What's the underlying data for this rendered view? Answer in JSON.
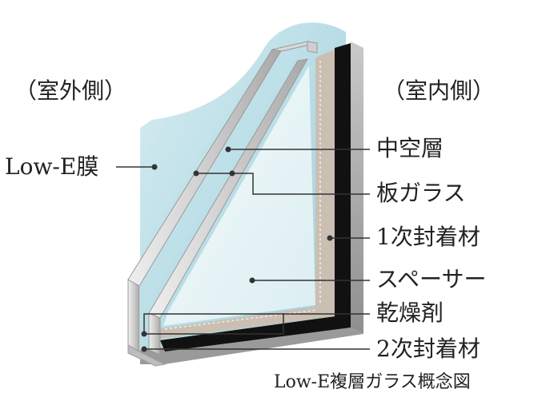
{
  "labels": {
    "outdoor": "（室外側）",
    "indoor": "（室内側）",
    "low_e_film": "Low-E膜",
    "hollow_layer": "中空層",
    "sheet_glass": "板ガラス",
    "primary_sealant": "1次封着材",
    "spacer": "スペーサー",
    "desiccant": "乾燥剤",
    "secondary_sealant": "2次封着材"
  },
  "caption": "Low-E複層ガラス概念図",
  "colors": {
    "outer_glass": "#a9d4de",
    "inner_glass": "#e6f3f6",
    "frame_light": "#dcdcdc",
    "frame_dark": "#a9a9a9",
    "spacer": "#cbbfb4",
    "sealant": "#111111",
    "leader": "#333333"
  }
}
